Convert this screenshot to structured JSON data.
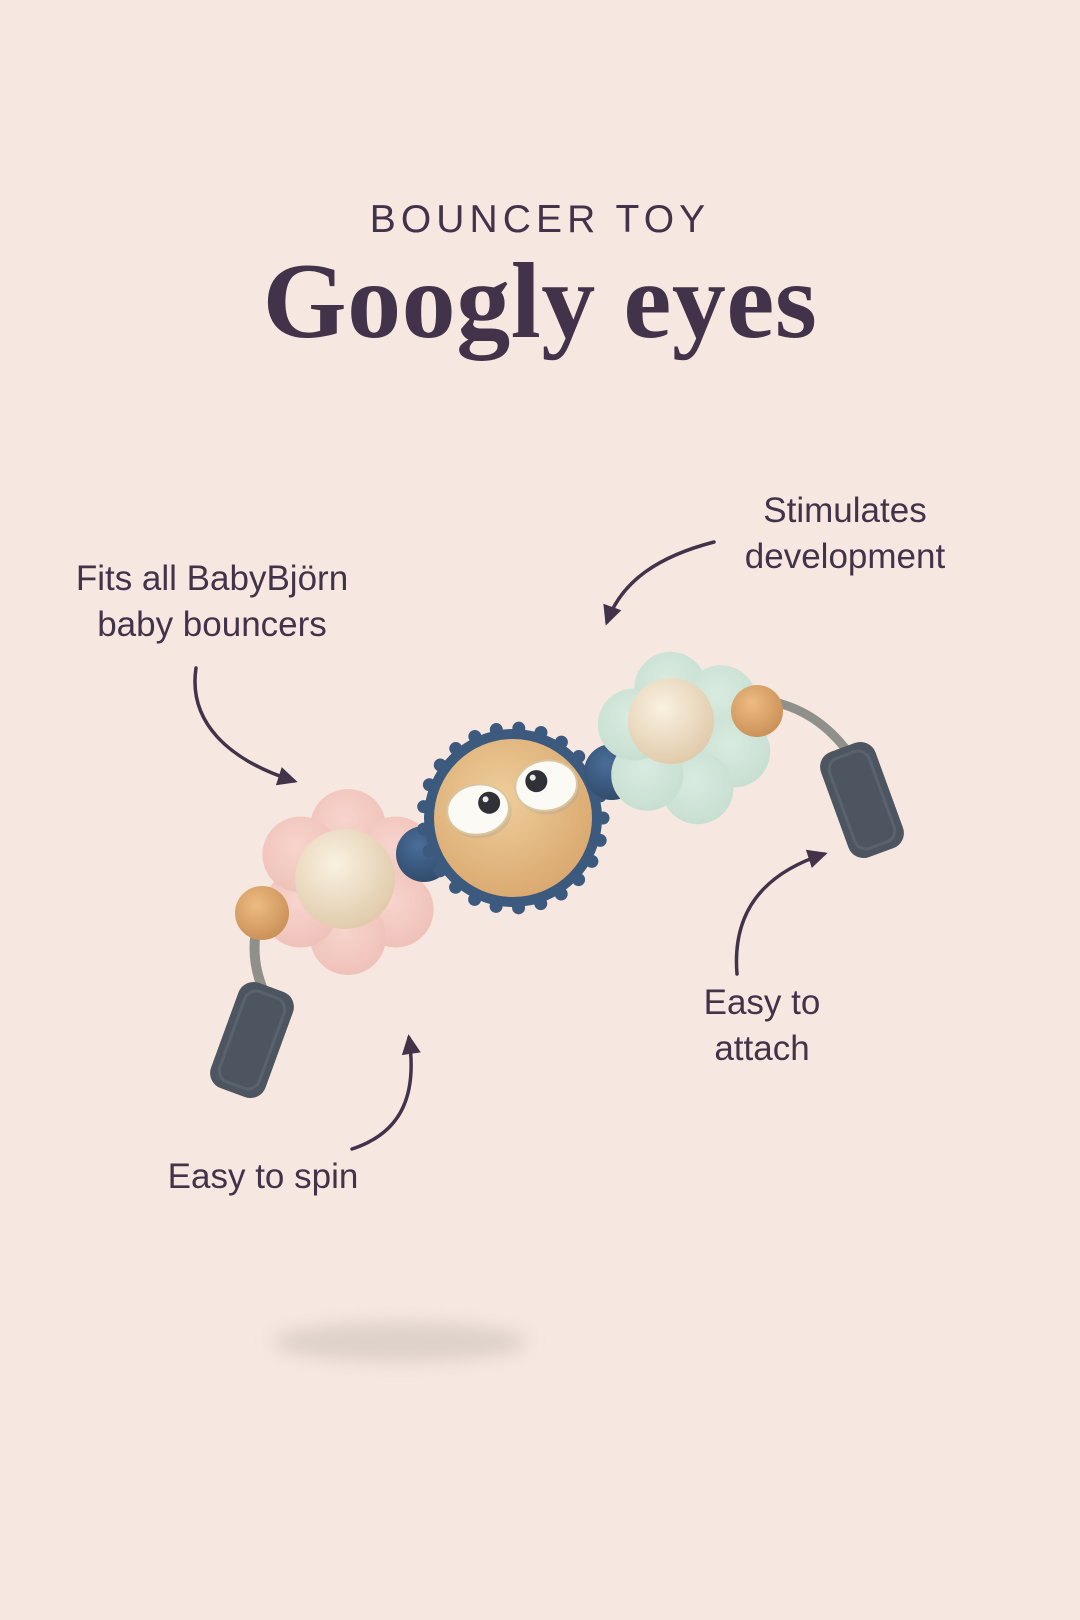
{
  "header": {
    "eyebrow": "BOUNCER TOY",
    "title": "Googly eyes"
  },
  "features": {
    "fits_all": {
      "line1": "Fits all BabyBjörn",
      "line2": "baby bouncers"
    },
    "stimulates": {
      "line1": "Stimulates",
      "line2": "development"
    },
    "easy_attach": {
      "line1": "Easy to",
      "line2": "attach"
    },
    "easy_spin": {
      "line1": "Easy to spin"
    }
  },
  "colors": {
    "bg": "#f6e8e0",
    "ink": "#43334a",
    "navy": "#3c5a7d",
    "wood": "#e0b27c",
    "pink": "#f2c8c0",
    "mint": "#cfe4d9",
    "cream": "#f3e9d6",
    "clip": "#4d5561",
    "shadow": "#d5c9c2"
  }
}
